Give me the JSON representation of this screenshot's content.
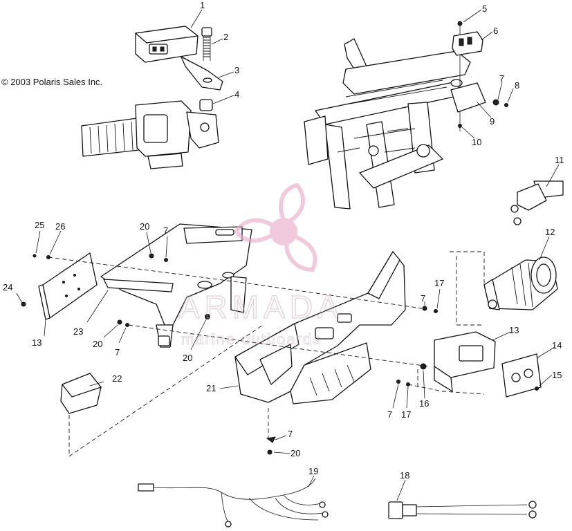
{
  "copyright": "© 2003 Polaris Sales Inc.",
  "watermark": {
    "brand": "ARMADA",
    "tagline": "marine outboards",
    "color": "#e8a6c8"
  },
  "callouts": [
    "1",
    "2",
    "3",
    "4",
    "5",
    "6",
    "7",
    "8",
    "9",
    "10",
    "11",
    "12",
    "13",
    "14",
    "15",
    "16",
    "17",
    "18",
    "19",
    "20",
    "21",
    "22",
    "23",
    "24",
    "25",
    "26"
  ]
}
